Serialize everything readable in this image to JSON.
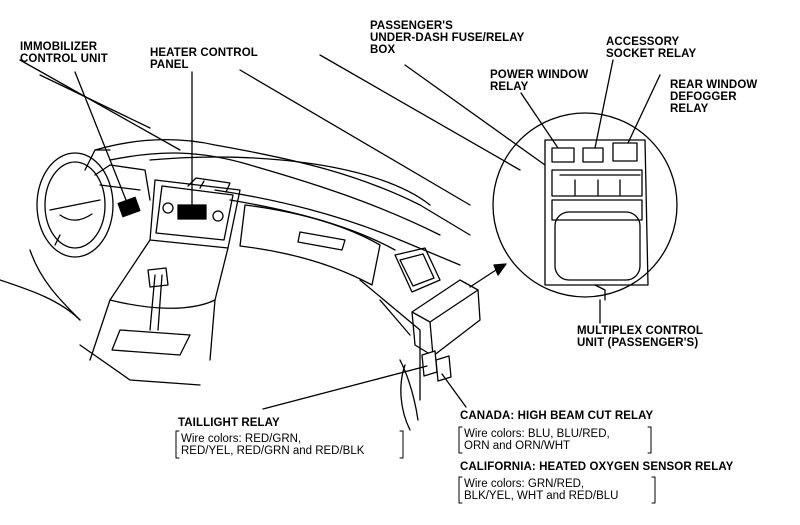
{
  "labels": {
    "immobilizer": "IMMOBILIZER\nCONTROL UNIT",
    "heater_panel": "HEATER CONTROL\nPANEL",
    "fuse_box": "PASSENGER'S\nUNDER-DASH FUSE/RELAY\nBOX",
    "accessory_relay": "ACCESSORY\nSOCKET RELAY",
    "power_window_relay": "POWER WINDOW\nRELAY",
    "rear_defogger_relay": "REAR WINDOW\nDEFOGGER\nRELAY",
    "multiplex": "MULTIPLEX CONTROL\nUNIT (PASSENGER'S)",
    "taillight": {
      "title": "TAILLIGHT RELAY",
      "wires": "Wire colors: RED/GRN,\nRED/YEL, RED/GRN and RED/BLK"
    },
    "canada": {
      "title": "CANADA: HIGH BEAM CUT RELAY",
      "wires": "Wire colors: BLU, BLU/RED,\nORN and ORN/WHT"
    },
    "california": {
      "title": "CALIFORNIA: HEATED OXYGEN SENSOR RELAY",
      "wires": "Wire colors: GRN/RED,\nBLK/YEL, WHT and RED/BLU"
    }
  }
}
